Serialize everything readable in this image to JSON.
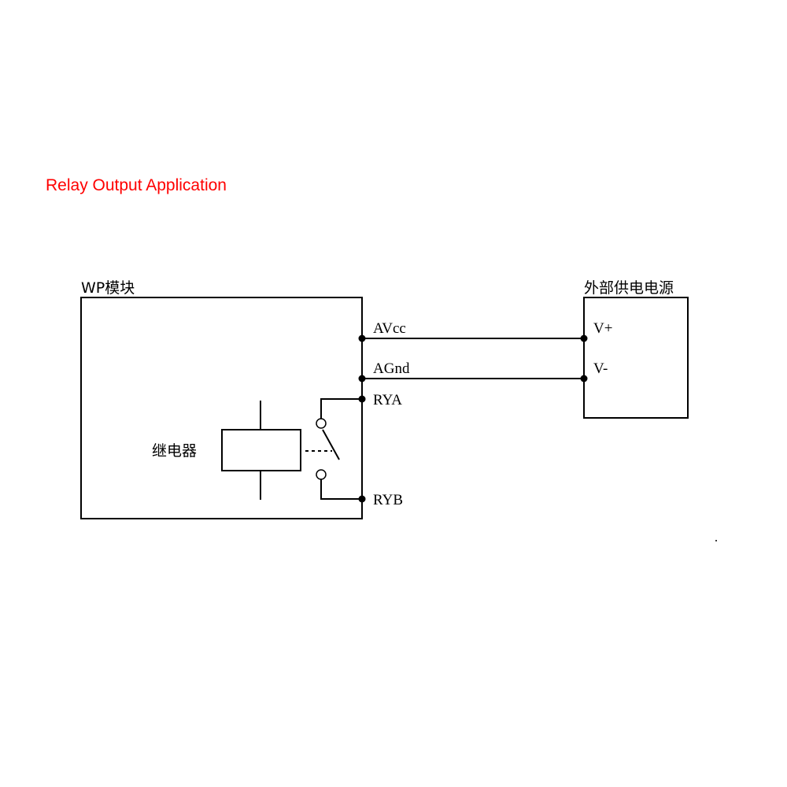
{
  "title": "Relay Output Application",
  "module": {
    "label": "WP模块",
    "terminals": {
      "avcc": "AVcc",
      "agnd": "AGnd",
      "rya": "RYA",
      "ryb": "RYB"
    },
    "relay_label": "继电器"
  },
  "power_supply": {
    "label": "外部供电电源",
    "terminals": {
      "vplus": "V+",
      "vminus": "V-"
    }
  },
  "colors": {
    "title": "#ff0000",
    "lines": "#000000"
  }
}
